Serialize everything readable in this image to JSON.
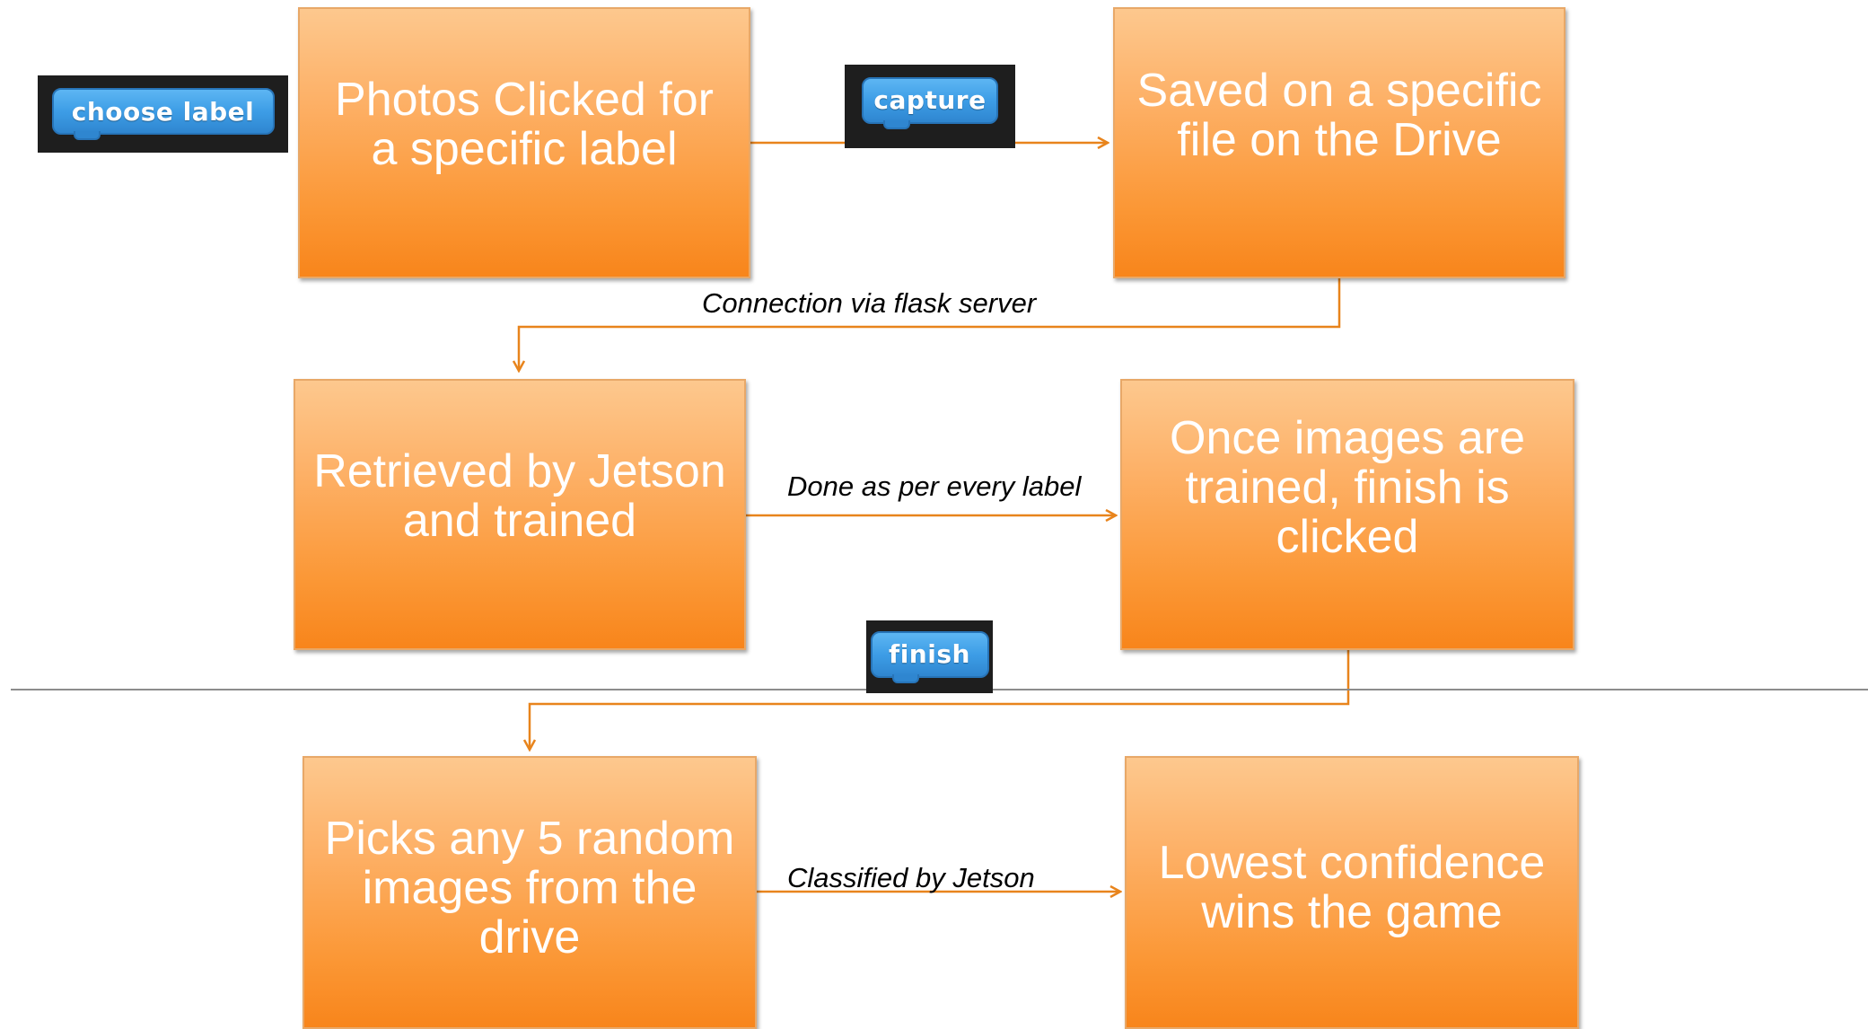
{
  "boxes": {
    "photos_clicked": "Photos Clicked for a specific label",
    "saved_on_drive": "Saved on a specific file on the Drive",
    "retrieved_trained": "Retrieved by Jetson and trained",
    "once_trained": "Once images are trained, finish is clicked",
    "picks_random": "Picks any 5 random images from the drive",
    "lowest_confidence": "Lowest confidence wins the game"
  },
  "edge_labels": {
    "flask": "Connection via flask server",
    "per_label": "Done as per every label",
    "classified": "Classified by Jetson"
  },
  "blocks": {
    "choose_label": "choose label",
    "capture": "capture",
    "finish": "finish"
  },
  "colors": {
    "box_fill": "#fb9735",
    "box_text": "#ffffff",
    "connector": "#e8841c",
    "block_fill": "#3d9de6",
    "block_frame": "#1e1e1e"
  }
}
